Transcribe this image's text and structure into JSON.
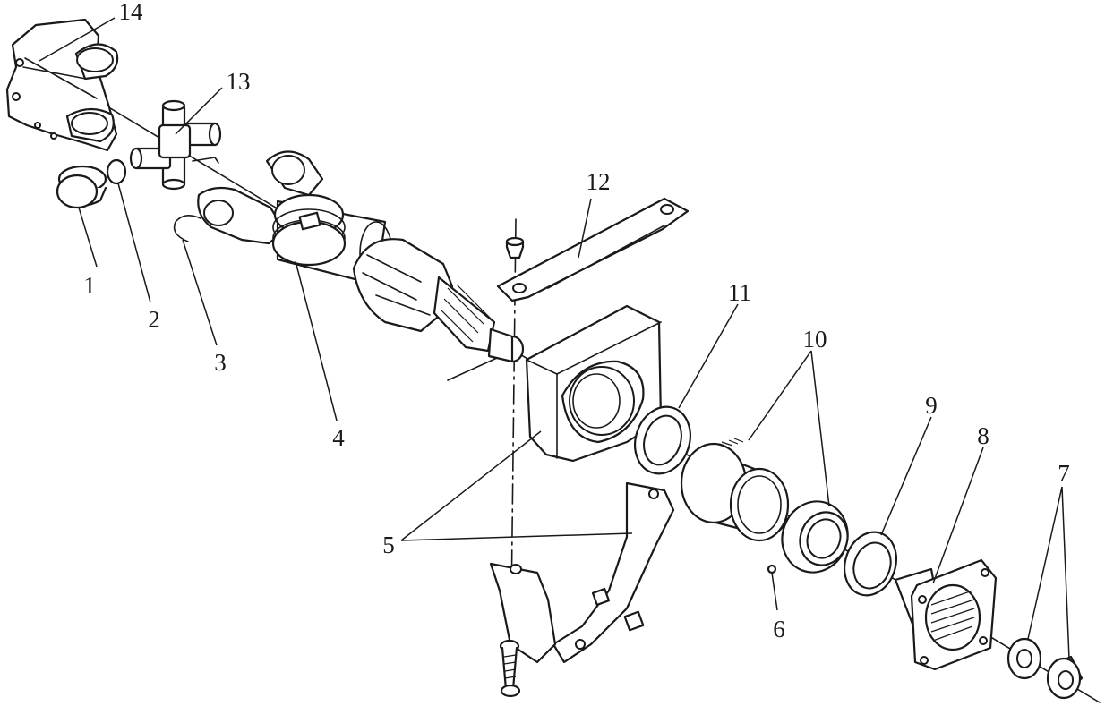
{
  "callouts": [
    {
      "id": "c1",
      "text": "1"
    },
    {
      "id": "c2",
      "text": "2"
    },
    {
      "id": "c3",
      "text": "3"
    },
    {
      "id": "c4",
      "text": "4"
    },
    {
      "id": "c5",
      "text": "5"
    },
    {
      "id": "c6",
      "text": "6"
    },
    {
      "id": "c7",
      "text": "7"
    },
    {
      "id": "c8",
      "text": "8"
    },
    {
      "id": "c9",
      "text": "9"
    },
    {
      "id": "c10",
      "text": "10"
    },
    {
      "id": "c11",
      "text": "11"
    },
    {
      "id": "c12",
      "text": "12"
    },
    {
      "id": "c13",
      "text": "13"
    },
    {
      "id": "c14",
      "text": "14"
    }
  ],
  "colors": {
    "line": "#1a1a1a",
    "background": "#ffffff"
  }
}
